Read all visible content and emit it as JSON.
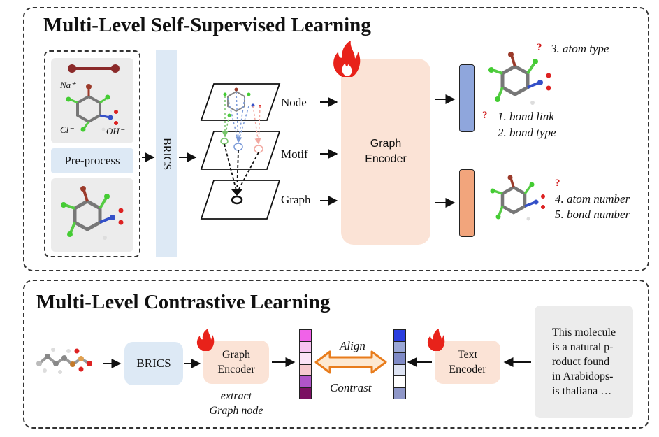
{
  "top": {
    "title": "Multi-Level Self-Supervised Learning",
    "ions": {
      "na": "Na⁺",
      "cl": "Cl⁻",
      "oh": "OH⁻"
    },
    "preprocess_label": "Pre-process",
    "brics_label": "BRICS",
    "levels": {
      "node": "Node",
      "motif": "Motif",
      "graph": "Graph"
    },
    "encoder_label": "Graph\nEncoder",
    "tasks": {
      "atom_type": "3. atom type",
      "bond_link": "1. bond link",
      "bond_type": "2. bond type",
      "atom_number": "4. atom number",
      "bond_number": "5. bond number"
    },
    "question_mark": "?",
    "colors": {
      "node_embedding": "#8fa6dc",
      "graph_embedding": "#f2a57c",
      "encoder": "#fbe3d6",
      "brics": "#dde9f5"
    }
  },
  "bottom": {
    "title": "Multi-Level Contrastive Learning",
    "brics_label": "BRICS",
    "graph_encoder_label": "Graph\nEncoder",
    "extract_caption": "extract\nGraph node",
    "align_label": "Align",
    "contrast_label": "Contrast",
    "text_encoder_label": "Text\nEncoder",
    "text_input": "This molecule\nis a natural p-\nroduct found\nin Arabidops-\nis thaliana …",
    "graph_embedding_colors": [
      "#f062e8",
      "#f7c2f1",
      "#fbe3f7",
      "#f6c9cf",
      "#b054c8",
      "#7b0f62"
    ],
    "text_embedding_colors": [
      "#2b3ee0",
      "#9aa7d6",
      "#7f8ac6",
      "#dde3f3",
      "#ffffff",
      "#8f97c8"
    ]
  }
}
